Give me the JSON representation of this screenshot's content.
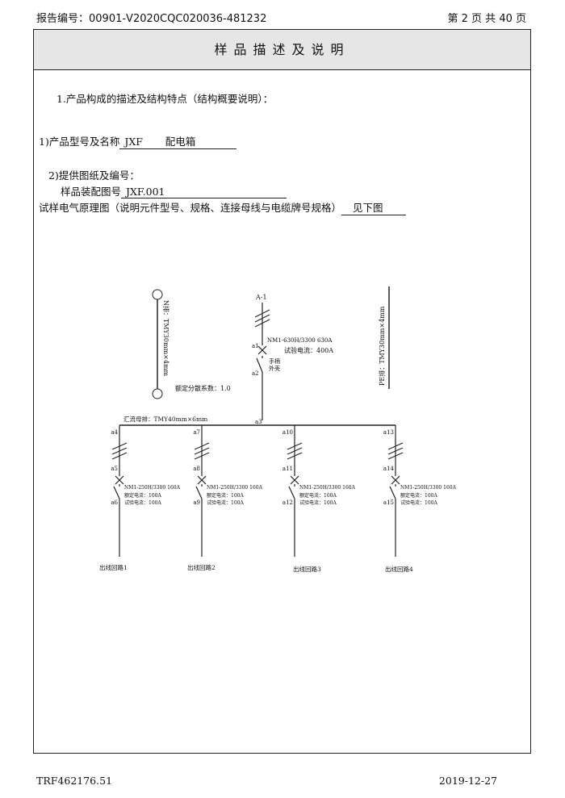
{
  "header": {
    "report_no": "报告编号：00901-V2020CQC020036-481232",
    "page_info": "第 2 页    共 40 页"
  },
  "title": "样品描述及说明",
  "section1": "1.产品构成的描述及结构特点（结构概要说明）：",
  "model": {
    "label": "1)产品型号及名称",
    "code": "JXF",
    "name": "配电箱"
  },
  "drawing": {
    "label": "2)提供图纸及编号：",
    "assembly_label": "样品装配图号",
    "assembly_no": "JXF.001"
  },
  "schematic": {
    "label": "试样电气原理图（说明元件型号、规格、连接母线与电缆牌号规格）",
    "value": "见下图"
  },
  "diagram": {
    "n_bar": "N排：TMY30mm×4mm",
    "pe_bar": "PE排：TMY30mm×4mm",
    "diversity": "额定分散系数：1.0",
    "main_tag": "A-1",
    "main_breaker": "NM1-630H/3300     630A",
    "main_test_current": "试验电流：400A",
    "handle": "手柄",
    "handle2": "外壳",
    "node_a1": "a1",
    "node_a2": "a2",
    "node_a3": "a3",
    "busbar": "汇流母排：TMY40mm×6mm",
    "branches": [
      {
        "top": "a4",
        "mid": "a5",
        "bot": "a6",
        "breaker": "NM1-250H/3300  160A",
        "rated": "额定电流：100A",
        "test": "试验电流：100A",
        "outlet": "出线回路1"
      },
      {
        "top": "a7",
        "mid": "a8",
        "bot": "a9",
        "breaker": "NM1-250H/3300  160A",
        "rated": "额定电流：100A",
        "test": "试验电流：100A",
        "outlet": "出线回路2"
      },
      {
        "top": "a10",
        "mid": "a11",
        "bot": "a12",
        "breaker": "NM1-250H/3300  160A",
        "rated": "额定电流：100A",
        "test": "试验电流：100A",
        "outlet": "出线回路3"
      },
      {
        "top": "a13",
        "mid": "a14",
        "bot": "a15",
        "breaker": "NM1-250H/3300  160A",
        "rated": "额定电流：100A",
        "test": "试验电流：100A",
        "outlet": "出线回路4"
      }
    ]
  },
  "footer": {
    "trf": "TRF462176.51",
    "date": "2019-12-27"
  }
}
